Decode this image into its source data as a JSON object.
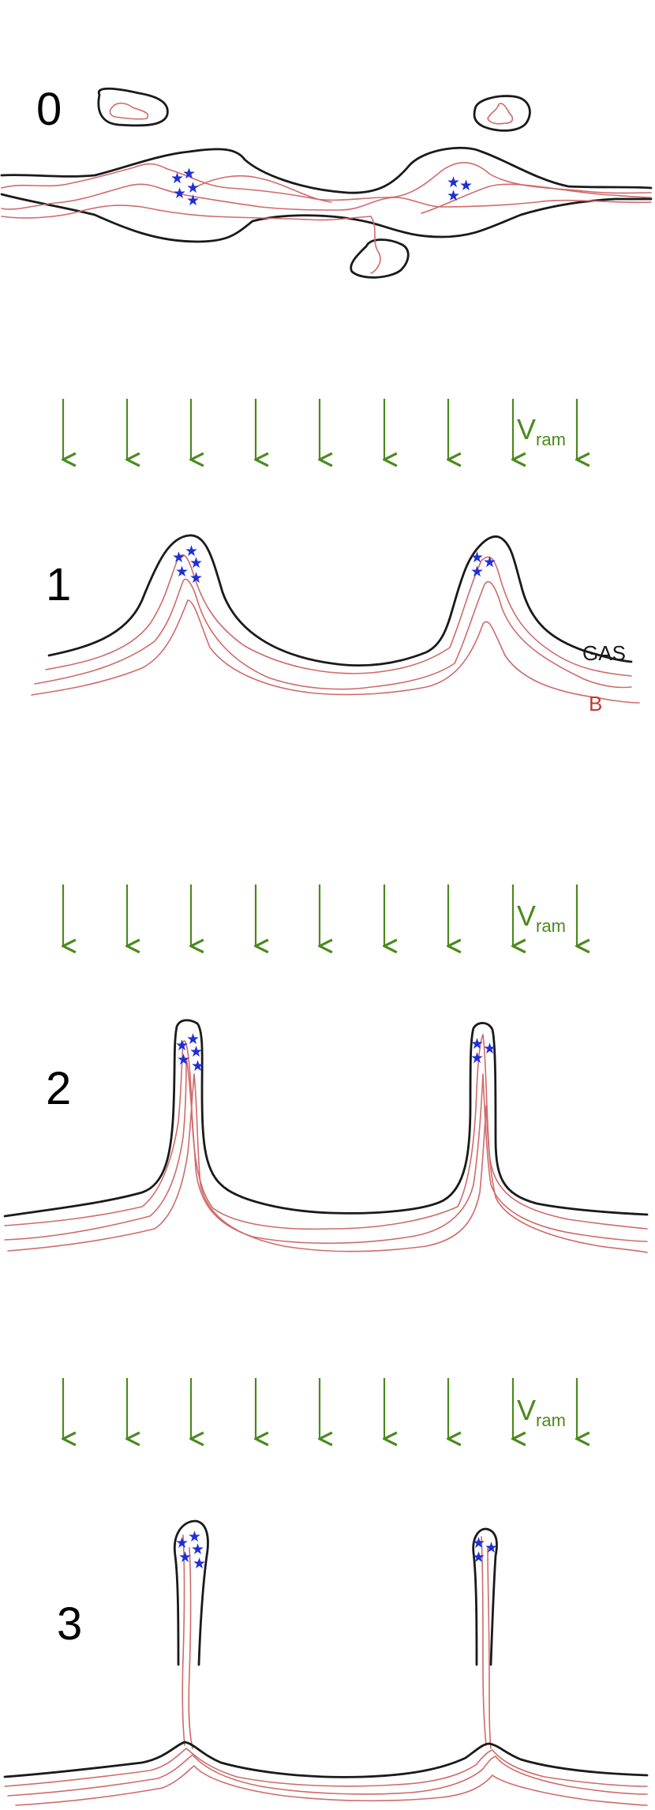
{
  "colors": {
    "gas": "#1a1a1a",
    "magnetic_field": "#d06a6a",
    "stars": "#1f2fd6",
    "ram_pressure_arrows": "#4a8a1c"
  },
  "icons": {
    "star": "star-icon",
    "arrow": "down-arrow-icon"
  },
  "panels": [
    {
      "number": "0"
    },
    {
      "number": "1"
    },
    {
      "number": "2"
    },
    {
      "number": "3"
    }
  ],
  "labels": {
    "gas": "GAS",
    "magnetic_field": "B",
    "ram_velocity_main": "V",
    "ram_velocity_sub": "ram"
  }
}
